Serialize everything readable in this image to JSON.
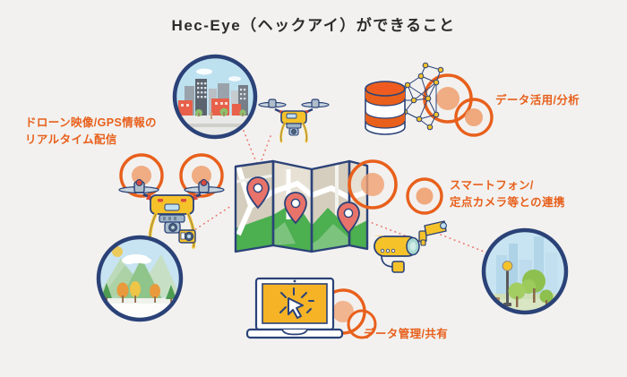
{
  "page": {
    "background_color": "#F2F1EF",
    "title": "Hec-Eye（ヘックアイ）ができること"
  },
  "palette": {
    "orange": "#E8601C",
    "salmon": "#F0A070",
    "navy": "#2B4278",
    "yellow": "#F5C22A",
    "pin_red": "#E8736A",
    "green": "#4CAF50",
    "light_blue": "#BFE0F0",
    "title_text": "#2B2B2B"
  },
  "labels": [
    {
      "id": "realtime-delivery",
      "name": "label-realtime-delivery",
      "text": "ドローン映像/GPS情報の\nリアルタイム配信",
      "color": "#E8601C"
    },
    {
      "id": "data-analysis",
      "name": "label-data-analysis",
      "text": "データ活用/分析",
      "color": "#E8601C"
    },
    {
      "id": "device-linkage",
      "name": "label-device-linkage",
      "text": "スマートフォン/\n定点カメラ等との連携",
      "color": "#E8601C"
    },
    {
      "id": "data-management",
      "name": "label-data-management",
      "text": "データ管理/共有",
      "color": "#E8601C"
    }
  ],
  "illustrations": [
    {
      "id": "city-photo-circle",
      "name": "circle-photo-cityscape",
      "description": "円形のビル街イラスト"
    },
    {
      "id": "nature-photo-circle",
      "name": "circle-photo-nature",
      "description": "円形の山と紅葉の木のイラスト"
    },
    {
      "id": "park-photo-circle",
      "name": "circle-photo-park",
      "description": "円形の公園と街灯のイラスト"
    },
    {
      "id": "drone-small",
      "name": "drone-top",
      "description": "黄色い小型ドローン"
    },
    {
      "id": "drone-large",
      "name": "drone-left",
      "description": "黄色い大型ドローン（電波リング付き）"
    },
    {
      "id": "database-network",
      "name": "database-network-graph",
      "description": "データベースとネットワークグラフ"
    },
    {
      "id": "folded-map",
      "name": "folded-map",
      "description": "折りたたみ地図とピン3本"
    },
    {
      "id": "security-camera-1",
      "name": "security-camera-front",
      "description": "黄色い防犯カメラ"
    },
    {
      "id": "security-camera-2",
      "name": "security-camera-back",
      "description": "黄色い防犯カメラ（奥）"
    },
    {
      "id": "laptop",
      "name": "laptop-with-cursor",
      "description": "ノートパソコンとカーソル"
    }
  ],
  "map_pins": [
    {
      "id": "pin-left",
      "name": "map-pin-left"
    },
    {
      "id": "pin-center",
      "name": "map-pin-center"
    },
    {
      "id": "pin-right",
      "name": "map-pin-right"
    }
  ],
  "connectors": [
    {
      "id": "c1",
      "name": "connector-city-to-map"
    },
    {
      "id": "c2",
      "name": "connector-drone-to-map"
    },
    {
      "id": "c3",
      "name": "connector-nature-to-drone"
    },
    {
      "id": "c4",
      "name": "connector-map-to-camera"
    },
    {
      "id": "c5",
      "name": "connector-camera-to-park"
    }
  ]
}
